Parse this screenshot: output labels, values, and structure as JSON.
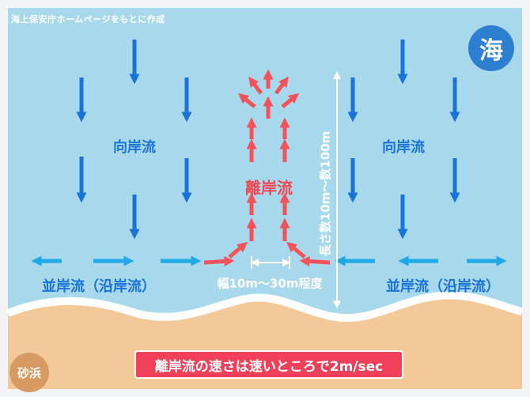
{
  "source_note": "海上保安庁ホームページをもとに作成",
  "sea_label": "海",
  "sand_label": "砂浜",
  "onshore_current_left": "向岸流",
  "onshore_current_right": "向岸流",
  "rip_current": "離岸流",
  "longshore_left": "並岸流（沿岸流）",
  "longshore_right": "並岸流（沿岸流）",
  "width_note": "幅10m〜30m程度",
  "length_note": "長さ数10m〜数100m",
  "speed_note": "離岸流の速さは速いところで2m/sec",
  "colors": {
    "sea": "#a8d8ec",
    "sand": "#f3c999",
    "blue_arrow": "#1a73d9",
    "red_arrow": "#f2525a",
    "sea_badge": "#2f7fd0",
    "speed_box": "#f0405a"
  }
}
